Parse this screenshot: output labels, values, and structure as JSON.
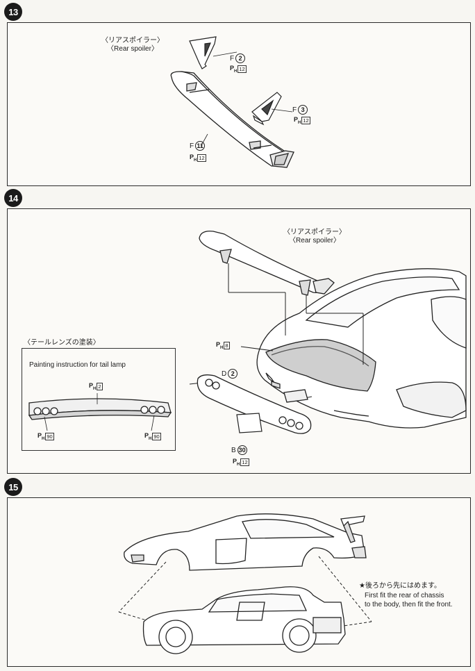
{
  "steps": [
    {
      "number": "13",
      "labels": {
        "rear_spoiler_jp": "〈リアスポイラー〉",
        "rear_spoiler_en": "〈Rear spoiler〉"
      },
      "parts": [
        {
          "letter": "F",
          "number": "2",
          "paint": "12"
        },
        {
          "letter": "F",
          "number": "3",
          "paint": "12"
        },
        {
          "letter": "F",
          "number": "11",
          "paint": "12"
        }
      ]
    },
    {
      "number": "14",
      "labels": {
        "rear_spoiler_jp": "〈リアスポイラー〉",
        "rear_spoiler_en": "〈Rear spoiler〉",
        "tail_lamp_jp": "〈テールレンズの塗装〉",
        "tail_lamp_en": "Painting instruction for tail lamp"
      },
      "paint_body": "8",
      "tail_paints": [
        "2",
        "90",
        "90"
      ],
      "parts": [
        {
          "letter": "D",
          "number": "2"
        },
        {
          "letter": "B",
          "number": "30",
          "paint": "12"
        }
      ]
    },
    {
      "number": "15",
      "note_jp": "★後ろから先にはめます。",
      "note_en_1": "First fit the rear of chassis",
      "note_en_2": "to the body, then fit the front."
    }
  ],
  "paint_prefix": "P",
  "paint_sub": "H"
}
